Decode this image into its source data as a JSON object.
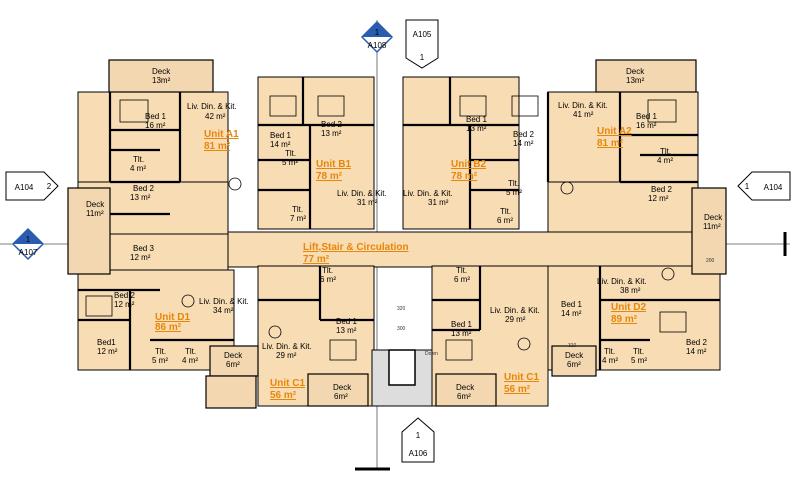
{
  "markers": {
    "a108": {
      "num": "1",
      "sheet": "A108"
    },
    "a105": {
      "num": "1",
      "sheet": "A105"
    },
    "a104_left": {
      "num": "2",
      "sheet": "A104"
    },
    "a104_right": {
      "num": "1",
      "sheet": "A104"
    },
    "a107": {
      "num": "1",
      "sheet": "A107"
    },
    "a106": {
      "num": "1",
      "sheet": "A106"
    }
  },
  "units": {
    "a1": {
      "name": "Unit A1",
      "area": "81 m²"
    },
    "b1": {
      "name": "Unit B1",
      "area": "78 m²"
    },
    "b2": {
      "name": "Unit B2",
      "area": "78 m²"
    },
    "a2": {
      "name": "Unit A2",
      "area": "81 m²"
    },
    "d1": {
      "name": "Unit D1",
      "area": "86 m²"
    },
    "c_left": {
      "name": "Unit C1",
      "area": "56 m²"
    },
    "c1": {
      "name": "Unit C1",
      "area": "56 m²"
    },
    "d2": {
      "name": "Unit D2",
      "area": "89 m²"
    },
    "circ": {
      "name": "Lift,Stair & Circulation",
      "area": "77 m²"
    }
  },
  "rooms": {
    "deck_tl": {
      "name": "Deck",
      "area": "13m²"
    },
    "deck_tr": {
      "name": "Deck",
      "area": "13m²"
    },
    "a1_bed1": {
      "name": "Bed 1",
      "area": "16 m²"
    },
    "a1_liv": {
      "name": "Liv. Din. & Kit.",
      "area": "42 m²"
    },
    "a1_tlt": {
      "name": "Tlt.",
      "area": "4 m²"
    },
    "a1_bed2": {
      "name": "Bed 2",
      "area": "13 m²"
    },
    "deck_l": {
      "name": "Deck",
      "area": "11m²"
    },
    "a1_bed3": {
      "name": "Bed 3",
      "area": "12 m²"
    },
    "b1_bed1": {
      "name": "Bed 1",
      "area": "14 m²"
    },
    "b1_bed2": {
      "name": "Bed 2",
      "area": "13 m²"
    },
    "b1_tlt1": {
      "name": "Tlt.",
      "area": "5 m²"
    },
    "b1_tlt2": {
      "name": "Tlt.",
      "area": "7 m²"
    },
    "b1_liv": {
      "name": "Liv. Din. & Kit.",
      "area": "31 m²"
    },
    "b2_bed1": {
      "name": "Bed 1",
      "area": "13 m²"
    },
    "b2_bed2": {
      "name": "Bed 2",
      "area": "14 m²"
    },
    "b2_liv": {
      "name": "Liv. Din. & Kit.",
      "area": "31 m²"
    },
    "b2_tlt1": {
      "name": "Tlt.",
      "area": "5 m²"
    },
    "b2_tlt2": {
      "name": "Tlt.",
      "area": "6 m²"
    },
    "a2_liv": {
      "name": "Liv. Din. & Kit.",
      "area": "41 m²"
    },
    "a2_bed1": {
      "name": "Bed 1",
      "area": "16 m²"
    },
    "a2_tlt": {
      "name": "Tlt.",
      "area": "4 m²"
    },
    "a2_bed2": {
      "name": "Bed 2",
      "area": "12 m²"
    },
    "deck_r": {
      "name": "Deck",
      "area": "11m²"
    },
    "d1_bed2": {
      "name": "Bed 2",
      "area": "12 m²"
    },
    "d1_bed1": {
      "name": "Bed1",
      "area": "12 m²"
    },
    "d1_liv": {
      "name": "Liv. Din. & Kit.",
      "area": "34 m²"
    },
    "d1_tlt1": {
      "name": "Tlt.",
      "area": "5 m²"
    },
    "d1_tlt2": {
      "name": "Tlt.",
      "area": "4 m²"
    },
    "deck_d1": {
      "name": "Deck",
      "area": "6m²"
    },
    "cl_tlt": {
      "name": "Tlt.",
      "area": "6 m²"
    },
    "cl_bed1": {
      "name": "Bed 1",
      "area": "13 m²"
    },
    "cl_liv": {
      "name": "Liv. Din. & Kit.",
      "area": "29 m²"
    },
    "deck_cl": {
      "name": "Deck",
      "area": "6m²"
    },
    "cr_tlt": {
      "name": "Tlt.",
      "area": "6 m²"
    },
    "cr_bed1": {
      "name": "Bed 1",
      "area": "13 m²"
    },
    "cr_liv": {
      "name": "Liv. Din. & Kit.",
      "area": "29 m²"
    },
    "deck_cr": {
      "name": "Deck",
      "area": "6m²"
    },
    "d2_bed1": {
      "name": "Bed 1",
      "area": "14 m²"
    },
    "d2_liv": {
      "name": "Liv. Din. & Kit.",
      "area": "38 m²"
    },
    "d2_bed2": {
      "name": "Bed 2",
      "area": "14 m²"
    },
    "d2_tlt1": {
      "name": "Tlt.",
      "area": "4 m²"
    },
    "d2_tlt2": {
      "name": "Tlt.",
      "area": "5 m²"
    },
    "deck_d2": {
      "name": "Deck",
      "area": "6m²"
    }
  },
  "dims": {
    "d1": "200",
    "d2": "320",
    "d3": "310",
    "d4": "300",
    "d5": "Down"
  }
}
